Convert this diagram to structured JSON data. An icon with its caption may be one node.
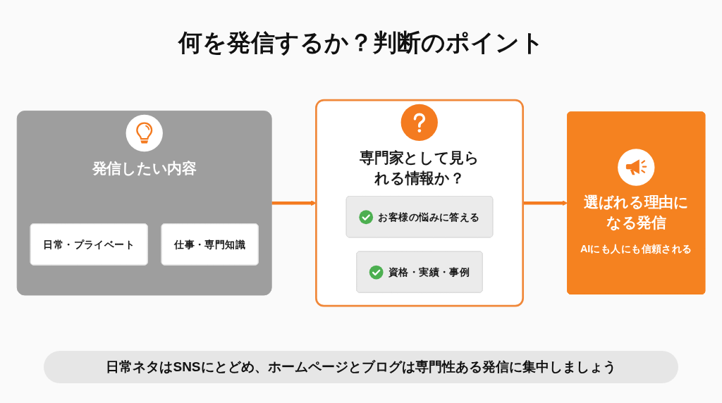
{
  "diagram": {
    "title": "何を発信するか？判断のポイント",
    "nodes": [
      {
        "text": [
          "発信したい内容"
        ]
      },
      {
        "text": [
          "日常・プライベート"
        ],
        "in": 0
      },
      {
        "text": [
          "仕事・専門知識"
        ],
        "in": 0
      },
      {
        "text": [
          "専門家として見られる情報か？"
        ]
      },
      {
        "text": [
          "お客様の悩みに答える"
        ],
        "in": 3
      },
      {
        "text": [
          "資格・実績・事例"
        ],
        "in": 3
      },
      {
        "text": [
          "選ばれる理由になる発信",
          "AIにも人にも信頼される"
        ]
      }
    ],
    "edges": [
      {
        "from": 0,
        "to": 3,
        "arrow": "to"
      },
      {
        "from": 3,
        "to": 6,
        "arrow": "to"
      }
    ],
    "caption": "日常ネタはSNSにとどめ、ホームページとブログは専門性ある発信に集中しましょう"
  }
}
